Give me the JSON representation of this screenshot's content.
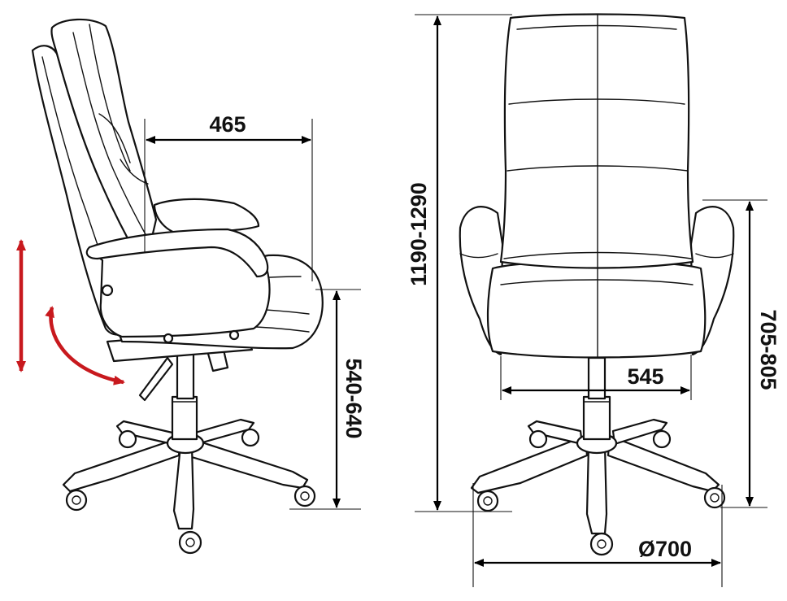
{
  "dimensions": {
    "seat_depth": "465",
    "total_height": "1190-1290",
    "seat_height": "540-640",
    "armrest_width": "545",
    "armrest_height": "705-805",
    "base_diameter": "Ø700"
  },
  "views": [
    "side-view",
    "front-view"
  ],
  "colors": {
    "outline": "#111111",
    "dimension_lines": "#000000",
    "adjustment_arrows": "#c8191e",
    "background": "#ffffff"
  },
  "icons": {
    "height_adjustment": "double-headed-vertical-arrow",
    "tilt_adjustment": "curved-arrow"
  }
}
